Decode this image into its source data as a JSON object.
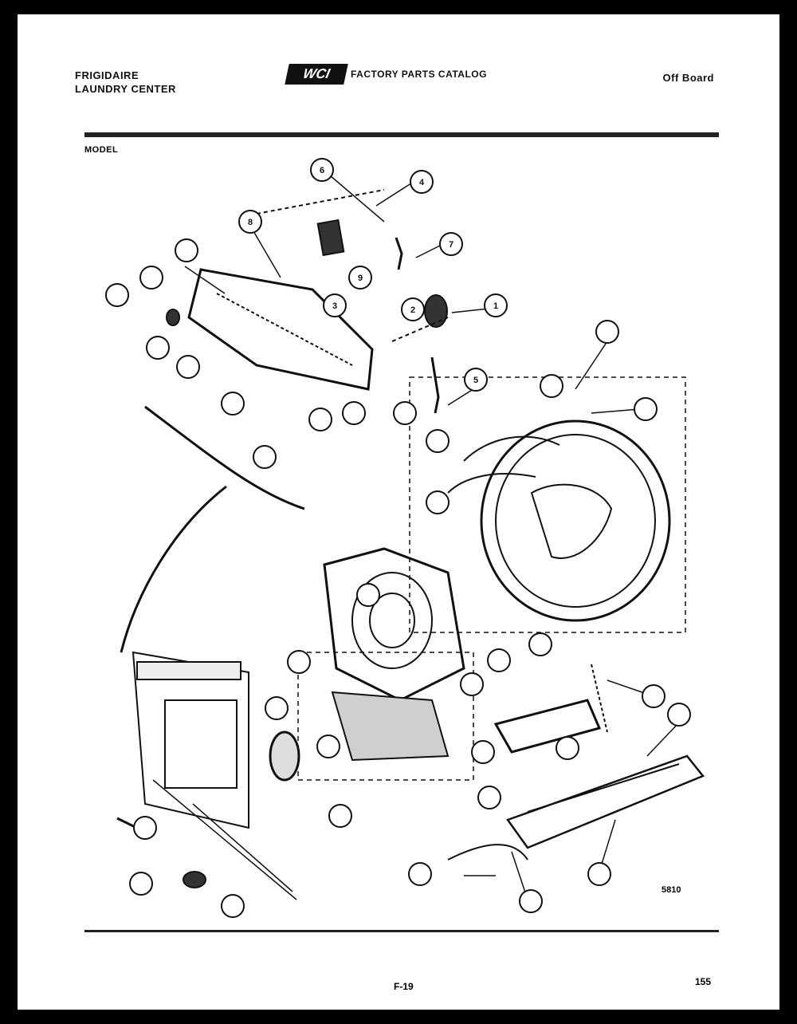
{
  "header": {
    "brand_line1": "FRIGIDAIRE",
    "brand_line2": "LAUNDRY CENTER",
    "logo": "WCI",
    "catalog_title": "FACTORY PARTS CATALOG",
    "section": "Off Board"
  },
  "model_label": "MODEL",
  "drawing_code": "5810",
  "footer": {
    "page_ref": "F-19",
    "page_num": "155"
  },
  "callouts": [
    "4",
    "7",
    "8",
    "9",
    "3",
    "2",
    "1",
    "5",
    "6"
  ],
  "colors": {
    "ink": "#111111",
    "paper": "#ffffff",
    "frame": "#000000"
  }
}
